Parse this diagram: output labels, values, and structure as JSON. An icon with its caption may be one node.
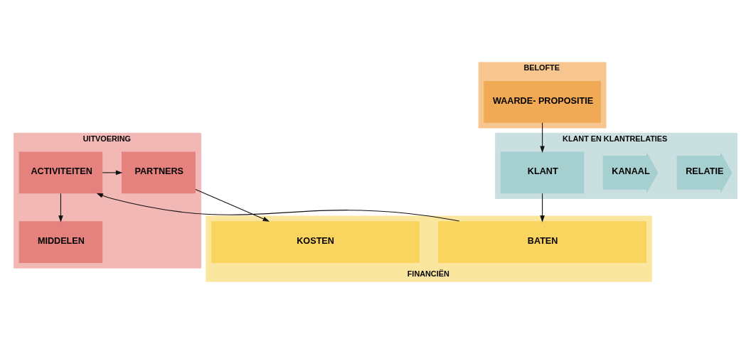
{
  "diagram": {
    "nodes": [
      {
        "text": [
          "UITVOERING"
        ]
      },
      {
        "text": [
          "PARTNERS"
        ],
        "in": 0
      },
      {
        "text": [
          "ACTIVITEITEN"
        ],
        "in": 0
      },
      {
        "text": [
          "MIDDELEN"
        ],
        "in": 0
      },
      {
        "text": [
          "BELOFTE"
        ]
      },
      {
        "text": [
          "WAARDE- PROPOSITIE"
        ],
        "in": 4
      },
      {
        "text": [
          "KLANT EN KLANTRELATIES"
        ]
      },
      {
        "text": [
          "RELATIE"
        ],
        "in": 6
      },
      {
        "text": [
          "KANAAL"
        ],
        "in": 6
      },
      {
        "text": [
          "KLANT"
        ],
        "in": 6
      },
      {
        "text": [
          "FINANCIËN"
        ]
      },
      {
        "text": [
          "KOSTEN"
        ],
        "in": 10
      },
      {
        "text": [
          "BATEN"
        ],
        "in": 10
      }
    ],
    "edges": [
      {
        "from": 2,
        "to": 1,
        "arrow": "to"
      },
      {
        "from": 2,
        "to": 3,
        "arrow": "to"
      },
      {
        "from": 1,
        "to": 11,
        "arrow": "to"
      },
      {
        "from": 12,
        "to": 2,
        "arrow": "to"
      },
      {
        "from": 5,
        "to": 9,
        "arrow": "to"
      },
      {
        "from": 9,
        "to": 12,
        "arrow": "to"
      }
    ]
  }
}
